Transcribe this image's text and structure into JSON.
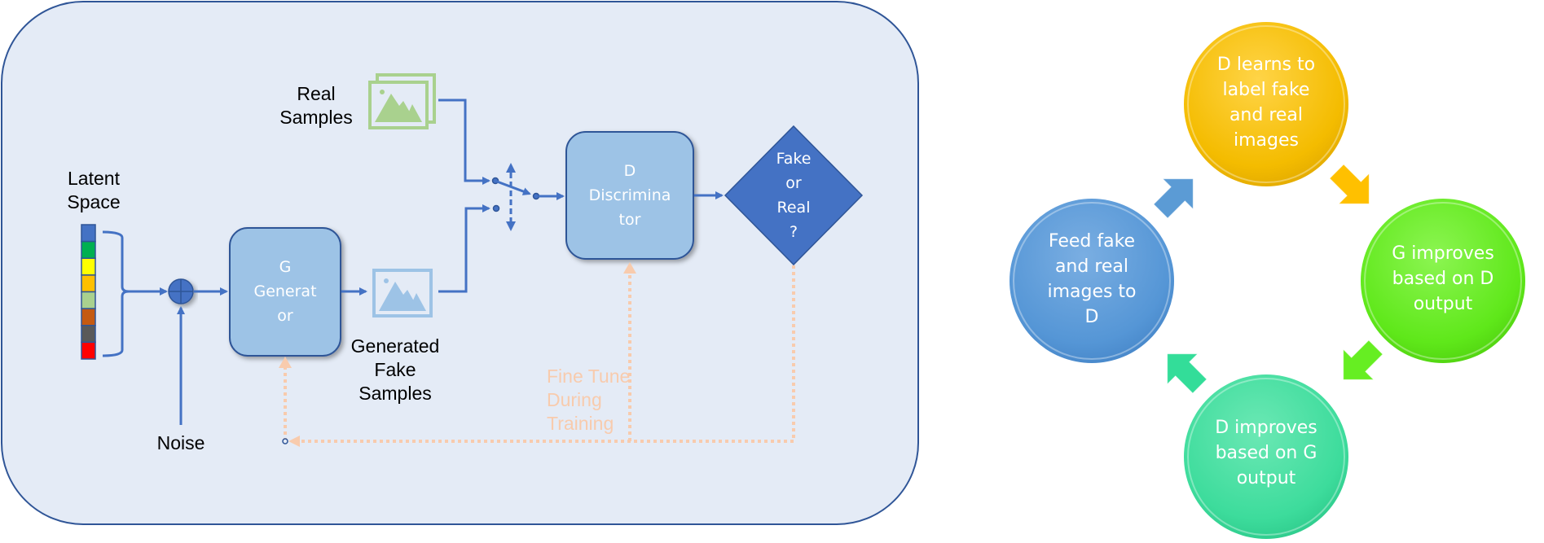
{
  "left_diagram": {
    "title": "GAN training pipeline",
    "labels": {
      "latent_space": "Latent\nSpace",
      "noise": "Noise",
      "real_samples": "Real\nSamples",
      "generated_fake_samples": "Generated\nFake\nSamples",
      "fine_tune": "Fine Tune\nDuring\nTraining"
    },
    "generator": {
      "label": "G\nGenerat\nor"
    },
    "discriminator": {
      "label": "D\nDiscrimina\ntor"
    },
    "decision": {
      "label": "Fake\nor\nReal\n?"
    },
    "latent_vector_colors": [
      "#4472c4",
      "#00b050",
      "#ffff00",
      "#ffc000",
      "#a9d18e",
      "#c55a11",
      "#595959",
      "#ff0000"
    ],
    "icons": {
      "sum_node": "plus-circle-icon",
      "real_samples": "image-stack-icon",
      "fake_samples": "image-icon",
      "switch": "switch-icon"
    },
    "colors": {
      "panel_fill": "#e4ebf6",
      "panel_border": "#2f5597",
      "flow": "#4472c4",
      "box_fill": "#9dc3e6",
      "diamond_fill": "#4472c4",
      "real_icon": "#a9d18e",
      "fake_icon": "#9dc3e6",
      "feedback": "#f8cbad"
    }
  },
  "cycle": {
    "steps": [
      {
        "label": "D learns to\nlabel fake\nand real\nimages",
        "color": "#ffc000"
      },
      {
        "label": "G improves\nbased on D\noutput",
        "color": "#66ee22"
      },
      {
        "label": "D improves\nbased on G\noutput",
        "color": "#33dd99"
      },
      {
        "label": "Feed fake\nand real\nimages to\nD",
        "color": "#5b9bd5"
      }
    ],
    "arrows": [
      {
        "direction": "down-right",
        "color": "#ffc000"
      },
      {
        "direction": "down-left",
        "color": "#66ee22"
      },
      {
        "direction": "up-left",
        "color": "#33dd99"
      },
      {
        "direction": "up-right",
        "color": "#5b9bd5"
      }
    ]
  }
}
